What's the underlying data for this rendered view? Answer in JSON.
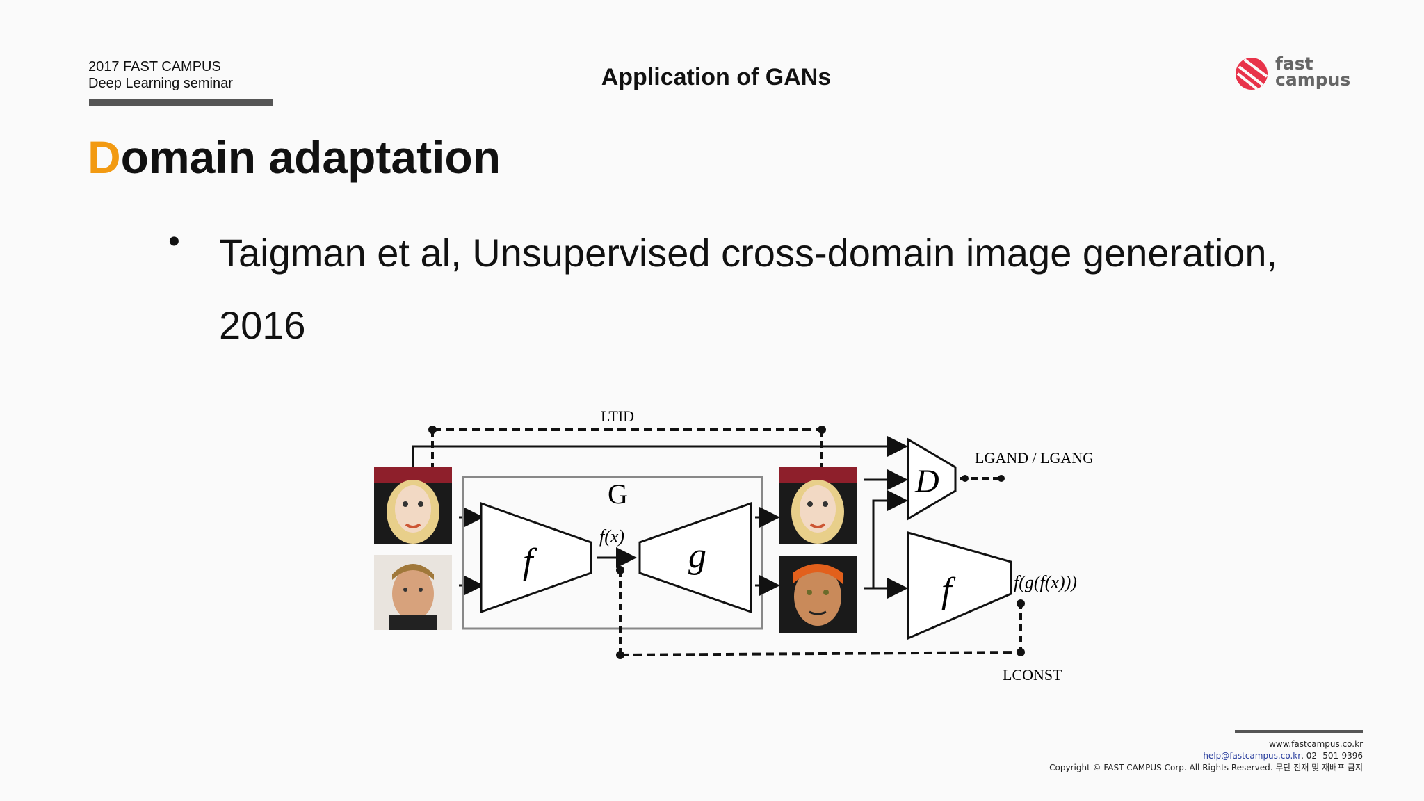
{
  "header": {
    "org_line1": "2017 FAST CAMPUS",
    "org_line2": "Deep Learning seminar",
    "topic": "Application of GANs",
    "logo_line1": "fast",
    "logo_line2": "campus"
  },
  "slide": {
    "heading_first": "D",
    "heading_rest": "omain adaptation",
    "bullet_dot": "•",
    "bullet_text": "Taigman et al, Unsupervised cross-domain image generation, 2016"
  },
  "diagram": {
    "label_ltid": "LTID",
    "label_lgan": "LGAND / LGANG",
    "label_g": "G",
    "label_D": "D",
    "label_f_enc": "f",
    "label_g_dec": "g",
    "label_fx": "f(x)",
    "label_f_second": "f",
    "label_fgfx": "f(g(f(x)))",
    "label_lconst": "LCONST"
  },
  "footer": {
    "website": "www.fastcampus.co.kr",
    "email": "help@fastcampus.co.kr",
    "phone": ", 02- 501-9396",
    "copyright": "Copyright © FAST CAMPUS Corp.  All Rights Reserved. 무단 전재 및 재배포 금지"
  },
  "colors": {
    "accent": "#f29a12",
    "logo_red": "#e8334a",
    "bar_gray": "#555555"
  }
}
